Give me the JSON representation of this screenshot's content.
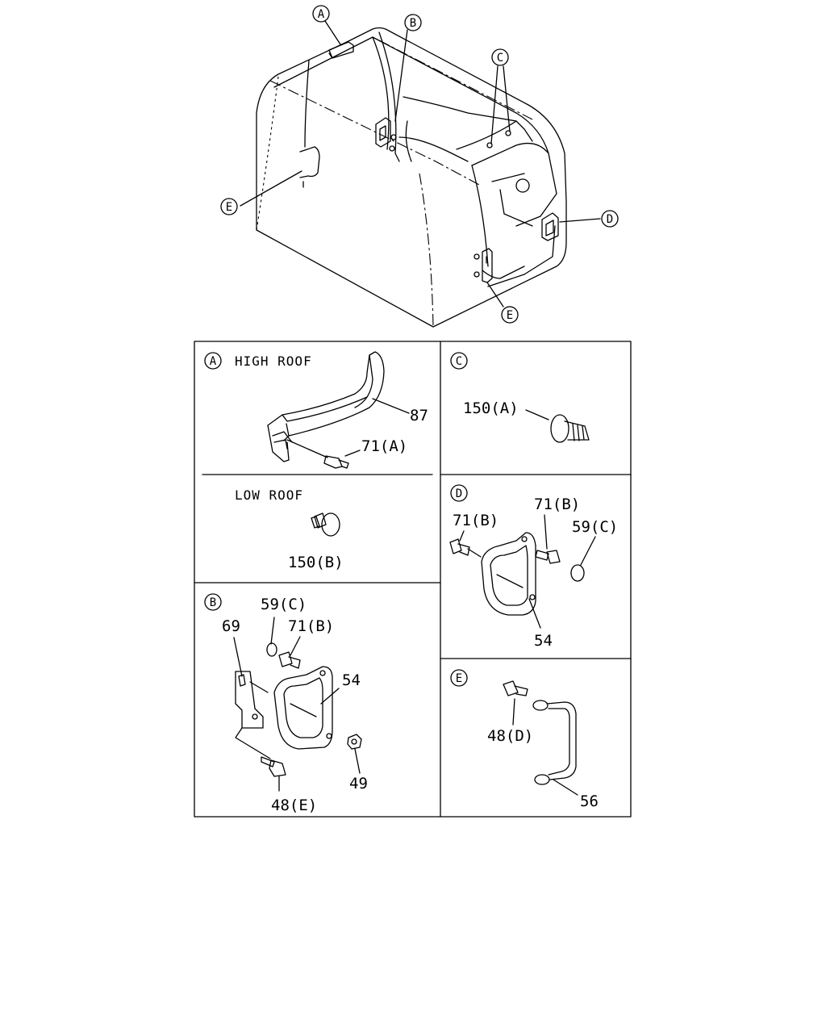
{
  "callouts": {
    "a": "A",
    "b": "B",
    "c": "C",
    "d": "D",
    "e": "E"
  },
  "panels": {
    "a_high_roof": {
      "letter": "A",
      "title": "HIGH ROOF",
      "labels": {
        "grip": "87",
        "bolt": "71(A)"
      }
    },
    "a_low_roof": {
      "title": "LOW ROOF",
      "labels": {
        "clip": "150(B)"
      }
    },
    "c": {
      "letter": "C",
      "labels": {
        "clip": "150(A)"
      }
    },
    "b": {
      "letter": "B",
      "labels": {
        "plug": "59(C)",
        "bolt": "71(B)",
        "bracket": "69",
        "cover": "54",
        "nut": "49",
        "lower_bolt": "48(E)"
      }
    },
    "d": {
      "letter": "D",
      "labels": {
        "bolt_left": "71(B)",
        "bolt_right": "71(B)",
        "plug": "59(C)",
        "cover": "54"
      }
    },
    "e": {
      "letter": "E",
      "labels": {
        "bolt": "48(D)",
        "handle": "56"
      }
    }
  }
}
